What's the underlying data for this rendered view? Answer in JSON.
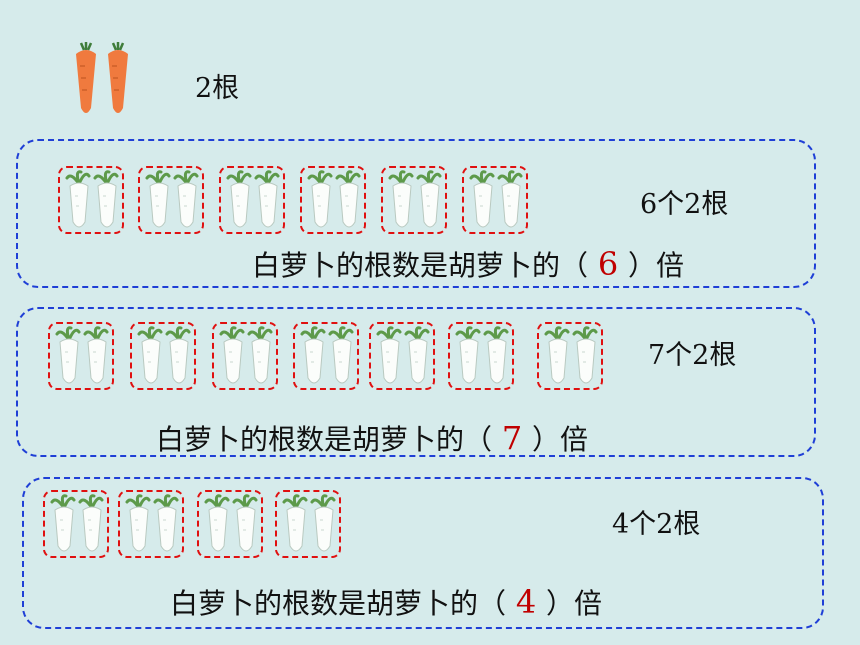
{
  "carrot": {
    "label": "2根",
    "icon": "carrot-pair-icon"
  },
  "groups": [
    {
      "count_text": "6个2根",
      "sentence_pre": "白萝卜的根数是胡萝卜的（",
      "answer": "6",
      "sentence_post": "）倍",
      "pairs": 6
    },
    {
      "count_text": "7个2根",
      "sentence_pre": "白萝卜的根数是胡萝卜的（",
      "answer": "7",
      "sentence_post": "）倍",
      "pairs": 7
    },
    {
      "count_text": "4个2根",
      "sentence_pre": "白萝卜的根数是胡萝卜的（",
      "answer": "4",
      "sentence_post": "）倍",
      "pairs": 4
    }
  ],
  "colors": {
    "group_border": "#1f3fd6",
    "pair_border": "#e01010",
    "answer": "#c00000",
    "background": "#d6ebeb"
  }
}
